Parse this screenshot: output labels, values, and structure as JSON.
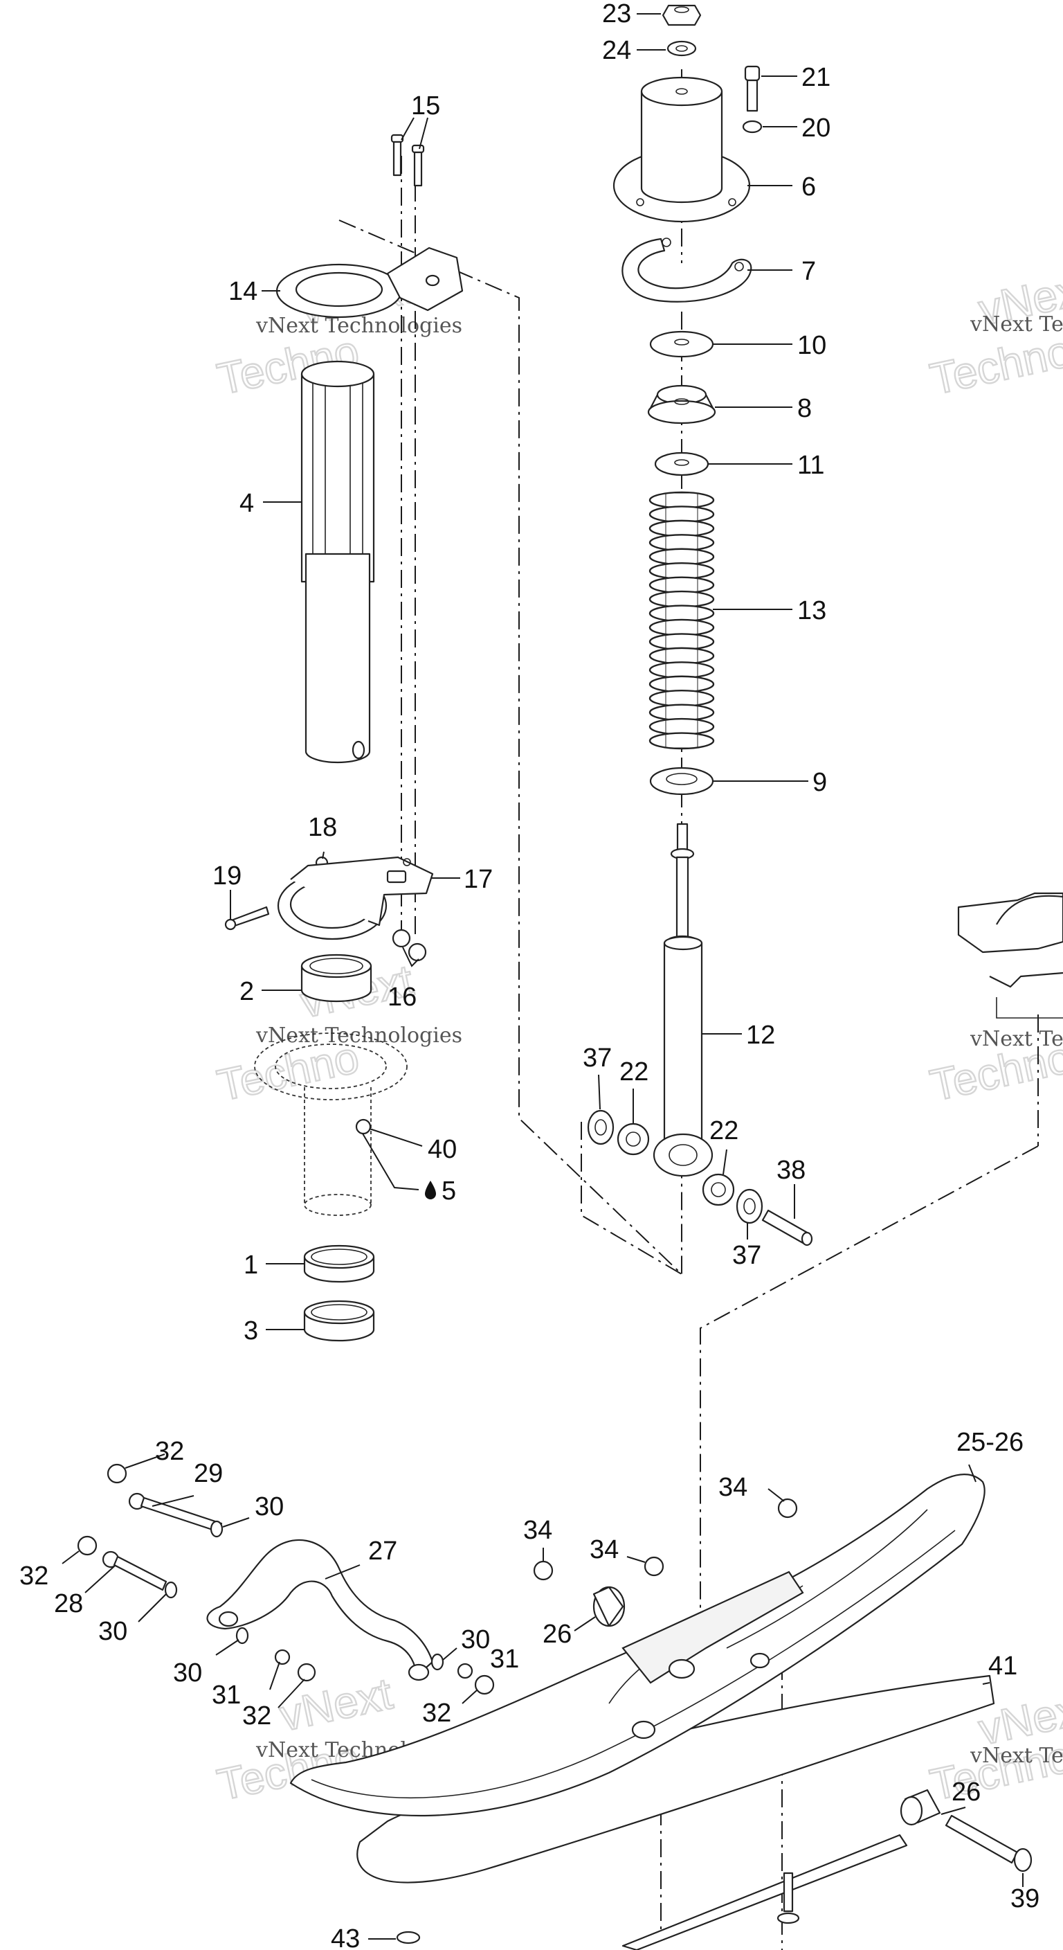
{
  "watermark": {
    "line1": "vNext Technologies",
    "line2": "Techno",
    "line3": "vNext"
  },
  "callouts": {
    "c1": "1",
    "c2": "2",
    "c3": "3",
    "c4": "4",
    "c5": "5",
    "c6": "6",
    "c7": "7",
    "c8": "8",
    "c9": "9",
    "c10": "10",
    "c11": "11",
    "c12": "12",
    "c13": "13",
    "c14": "14",
    "c15": "15",
    "c16": "16",
    "c17": "17",
    "c18": "18",
    "c19": "19",
    "c20": "20",
    "c21": "21",
    "c22": "22",
    "c23": "23",
    "c24": "24",
    "c2526": "25-26",
    "c26": "26",
    "c27": "27",
    "c28": "28",
    "c29": "29",
    "c30": "30",
    "c31": "31",
    "c32": "32",
    "c34": "34",
    "c37": "37",
    "c38": "38",
    "c39": "39",
    "c40": "40",
    "c41": "41",
    "c43": "43"
  },
  "colors": {
    "line": "#222222",
    "watermark": "#d6d6d6",
    "background": "#ffffff"
  },
  "icons": {
    "lubricant": "oil-drop-icon"
  }
}
